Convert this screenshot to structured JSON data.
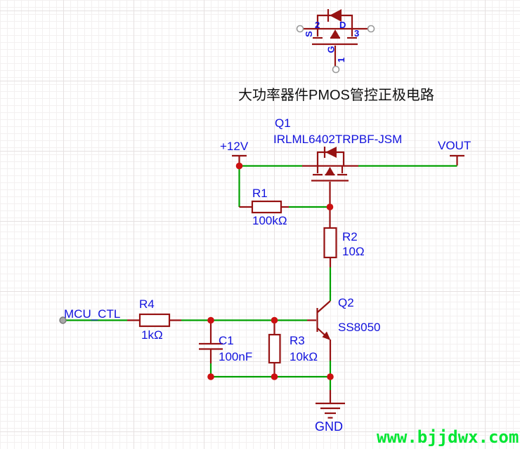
{
  "title": "大功率器件PMOS管控正极电路",
  "watermark": "www.bjjdwx.com",
  "colors": {
    "wire_green": "#00a000",
    "component_red": "#961212",
    "junction_red": "#cc1111",
    "label_blue": "#1212dd",
    "title_black": "#111111",
    "watermark_green": "#00e632",
    "grid_line": "#f3f0f0",
    "background": "#ffffff"
  },
  "preview": {
    "pins": {
      "left_number": "2",
      "left_name": "S",
      "right_name": "D",
      "right_number": "3",
      "gate_name": "G",
      "gate_number": "1"
    }
  },
  "nets": {
    "vcc": "+12V",
    "vout": "VOUT",
    "input": "MCU_CTL",
    "gnd": "GND"
  },
  "components": {
    "q1": {
      "ref": "Q1",
      "part": "IRLML6402TRPBF-JSM"
    },
    "q2": {
      "ref": "Q2",
      "part": "SS8050"
    },
    "r1": {
      "ref": "R1",
      "value": "100kΩ"
    },
    "r2": {
      "ref": "R2",
      "value": "10Ω"
    },
    "r3": {
      "ref": "R3",
      "value": "10kΩ"
    },
    "r4": {
      "ref": "R4",
      "value": "1kΩ"
    },
    "c1": {
      "ref": "C1",
      "value": "100nF"
    }
  }
}
